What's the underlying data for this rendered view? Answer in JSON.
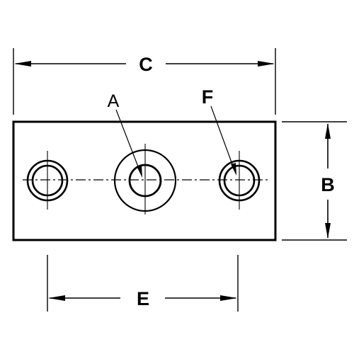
{
  "labels": {
    "a": "A",
    "b": "B",
    "c": "C",
    "e": "E",
    "f": "F"
  },
  "colors": {
    "ink": "#000000",
    "paper": "#ffffff"
  }
}
